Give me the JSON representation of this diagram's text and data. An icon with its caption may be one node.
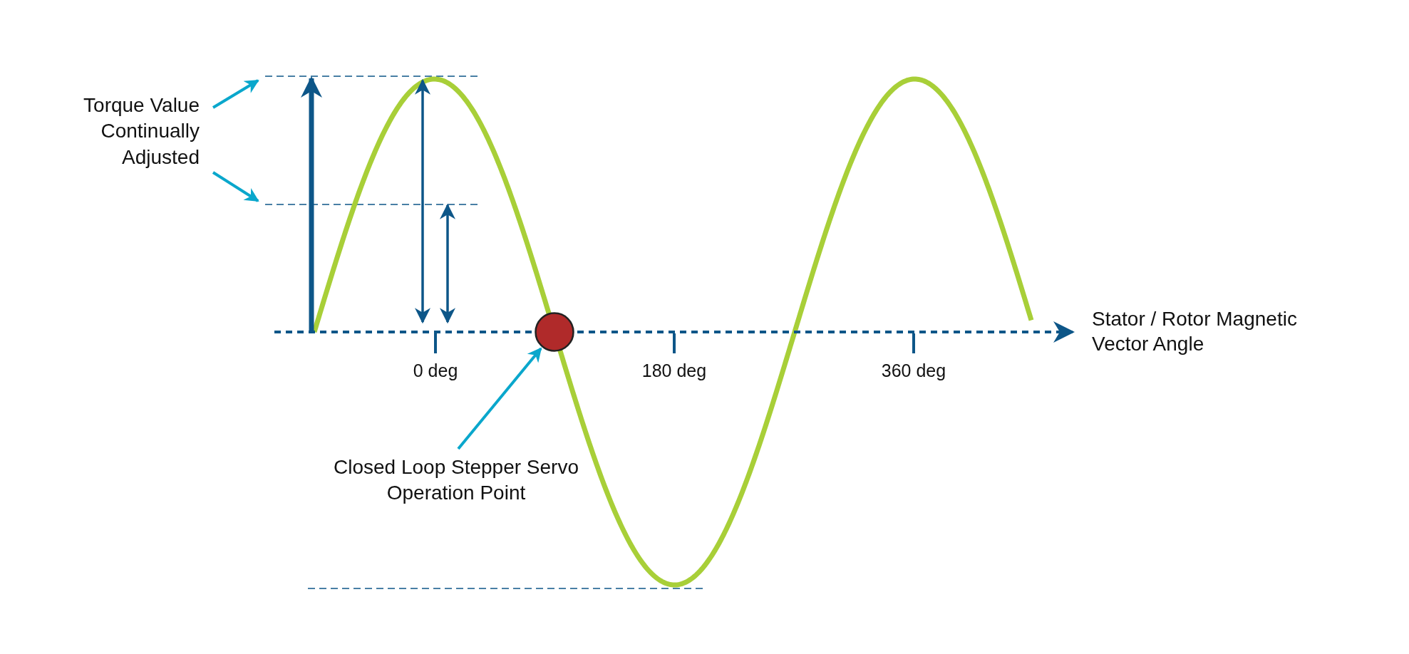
{
  "diagram": {
    "nodes": [
      {
        "text": [
          "Torque Value Continually Adjusted"
        ]
      },
      {
        "text": [
          "Closed Loop Stepper Servo Operation Point"
        ]
      },
      {
        "text": [],
        "shape": "circle"
      }
    ],
    "edges": [
      {
        "from": 0,
        "to": null,
        "arrow": "to"
      },
      {
        "from": 0,
        "to": null,
        "arrow": "to"
      },
      {
        "from": 1,
        "to": 2,
        "arrow": "to"
      }
    ],
    "labels": [
      "Stator / Rotor Magnetic Vector Angle",
      "0 deg",
      "180 deg",
      "360 deg"
    ]
  }
}
